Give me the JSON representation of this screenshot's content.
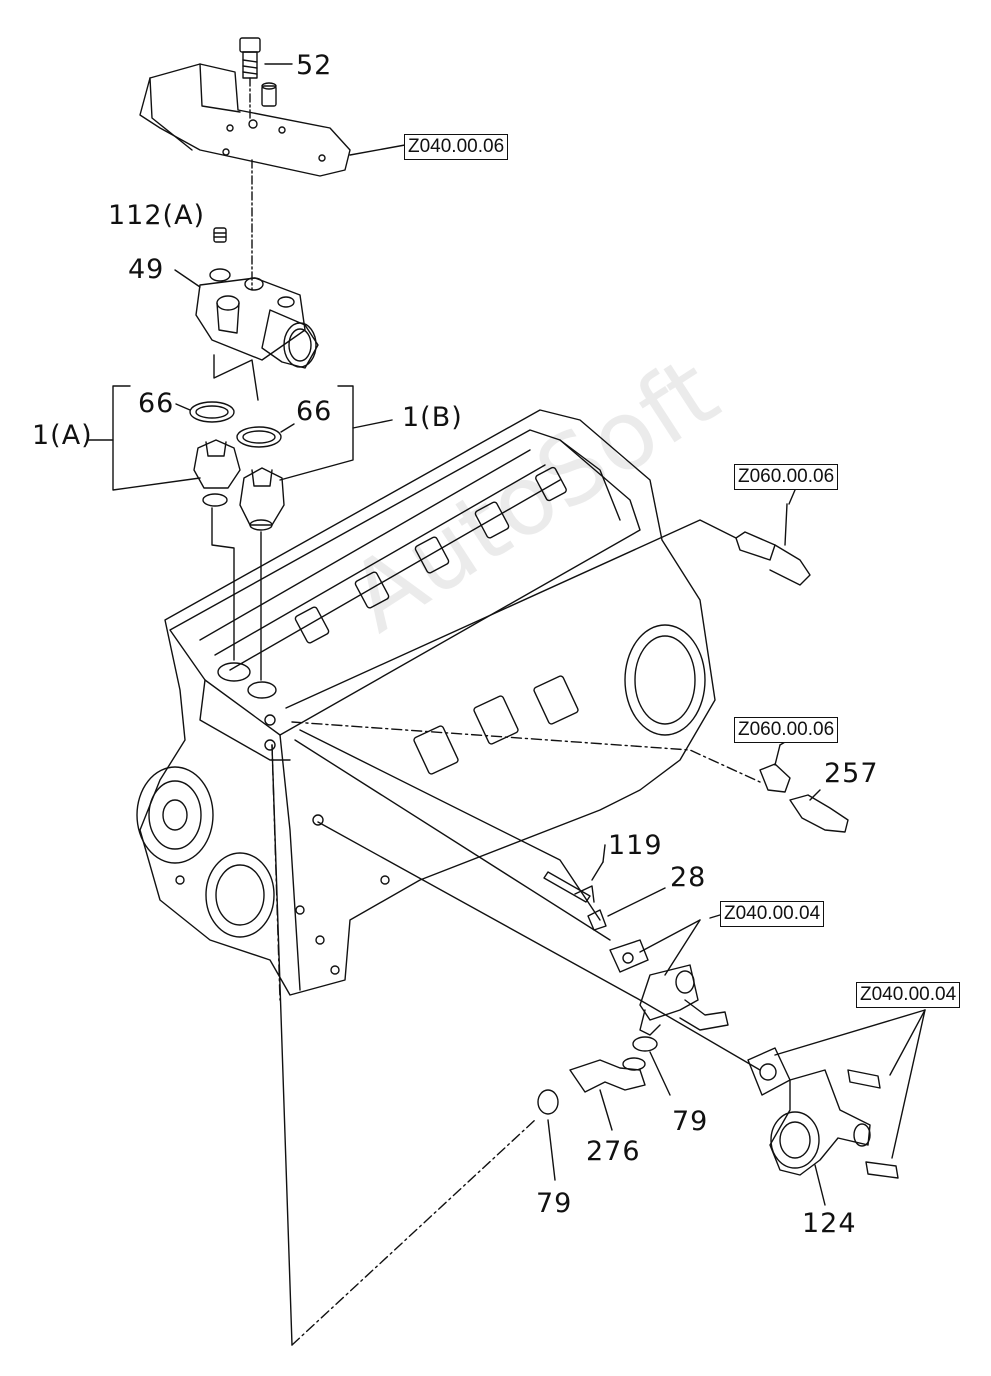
{
  "labels": {
    "p52": "52",
    "p112a": "112(A)",
    "p49": "49",
    "p66_left": "66",
    "p66_right": "66",
    "p1a": "1(A)",
    "p1b": "1(B)",
    "p119": "119",
    "p28": "28",
    "p257": "257",
    "p79_upper": "79",
    "p79_lower": "79",
    "p276": "276",
    "p124": "124"
  },
  "refs": {
    "z_top": "Z040.00.06",
    "z_sensor1": "Z060.00.06",
    "z_sensor2": "Z060.00.06",
    "z_flange": "Z040.00.04",
    "z_elbow": "Z040.00.04"
  },
  "watermark": "AutoSoft"
}
